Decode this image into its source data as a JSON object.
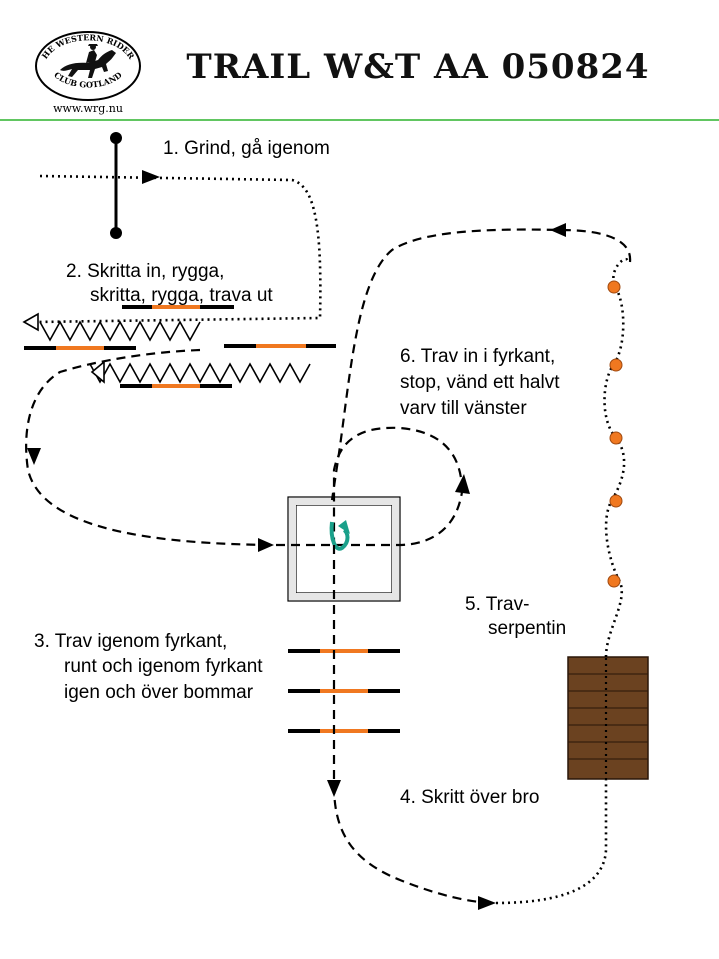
{
  "header": {
    "title": "TRAIL W&T AA 050824",
    "website": "www.wrg.nu",
    "logo_top_text": "THE WESTERN RIDERS",
    "logo_bottom_text": "CLUB GOTLAND",
    "divider_color": "#2db32d"
  },
  "obstacles": {
    "gate": "1. Grind, gå igenom",
    "backup_line1": "2. Skritta in, rygga,",
    "backup_line2": "skritta, rygga, trava ut",
    "box_line1": "3. Trav igenom fyrkant,",
    "box_line2": "runt och igenom fyrkant",
    "box_line3": "igen och över bommar",
    "bridge": "4. Skritt över bro",
    "serpentine_line1": "5. Trav-",
    "serpentine_line2": "serpentin",
    "turn_line1": "6. Trav in i fyrkant,",
    "turn_line2": "stop, vänd ett halvt",
    "turn_line3": "varv till vänster"
  },
  "colors": {
    "pole_accent": "#f07820",
    "cone": "#f07820",
    "bridge": "#6b4220",
    "turn_arrow": "#1aa08a"
  }
}
